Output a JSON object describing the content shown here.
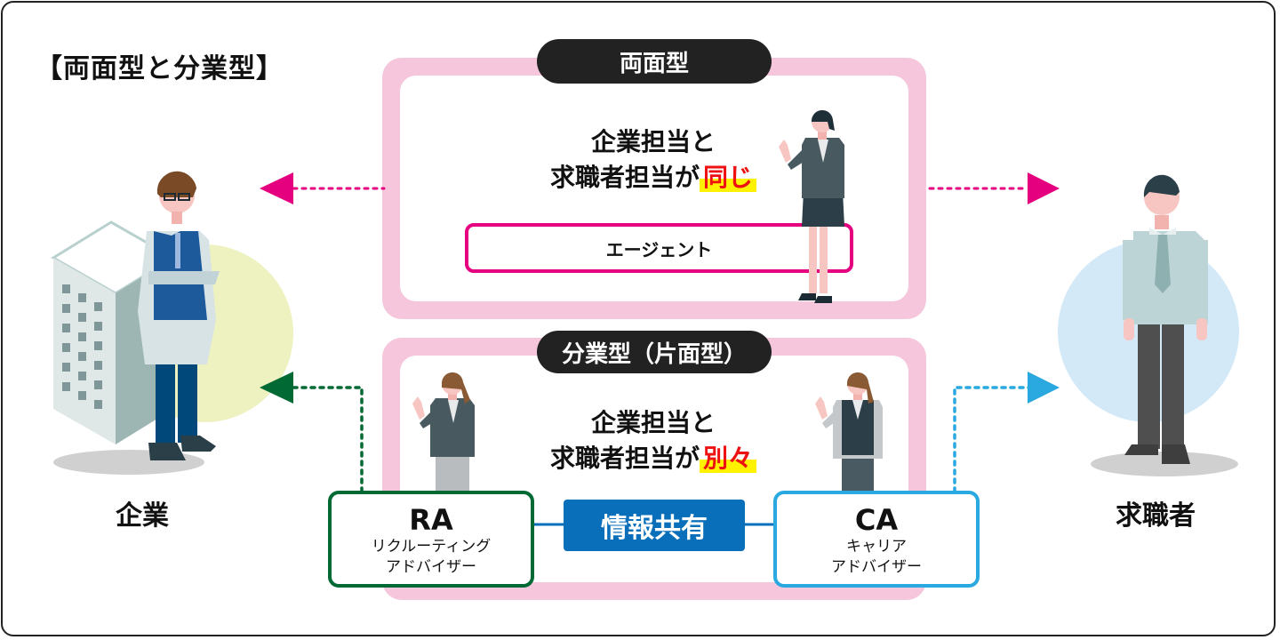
{
  "title": "【両面型と分業型】",
  "colors": {
    "pink_accent": "#e4007f",
    "pink_frame": "#f6c6dc",
    "green_accent": "#006934",
    "blue_accent": "#29a9e0",
    "share_blue": "#0a6fba",
    "highlight_red": "#ee1111",
    "highlight_yellow": "#fff200",
    "pill_dark": "#222222"
  },
  "icons": {
    "company": "building-with-businessman-icon",
    "jobseeker": "jobseeker-man-icon",
    "agent": "businesswoman-icon",
    "ra": "businesswoman-ra-icon",
    "ca": "businesswoman-ca-icon",
    "arrow_left": "triangle-left-arrow-icon",
    "arrow_right": "triangle-right-arrow-icon"
  },
  "left_entity": {
    "label": "企業"
  },
  "right_entity": {
    "label": "求職者"
  },
  "ryomen": {
    "pill": "両面型",
    "line1": "企業担当と",
    "line2_prefix": "求職者担当が",
    "line2_highlight": "同じ",
    "agent_label": "エージェント"
  },
  "bungyo": {
    "pill": "分業型（片面型）",
    "line1": "企業担当と",
    "line2_prefix": "求職者担当が",
    "line2_highlight": "別々",
    "share_label": "情報共有",
    "ra": {
      "abbr": "RA",
      "sub1": "リクルーティング",
      "sub2": "アドバイザー"
    },
    "ca": {
      "abbr": "CA",
      "sub1": "キャリア",
      "sub2": "アドバイザー"
    }
  }
}
